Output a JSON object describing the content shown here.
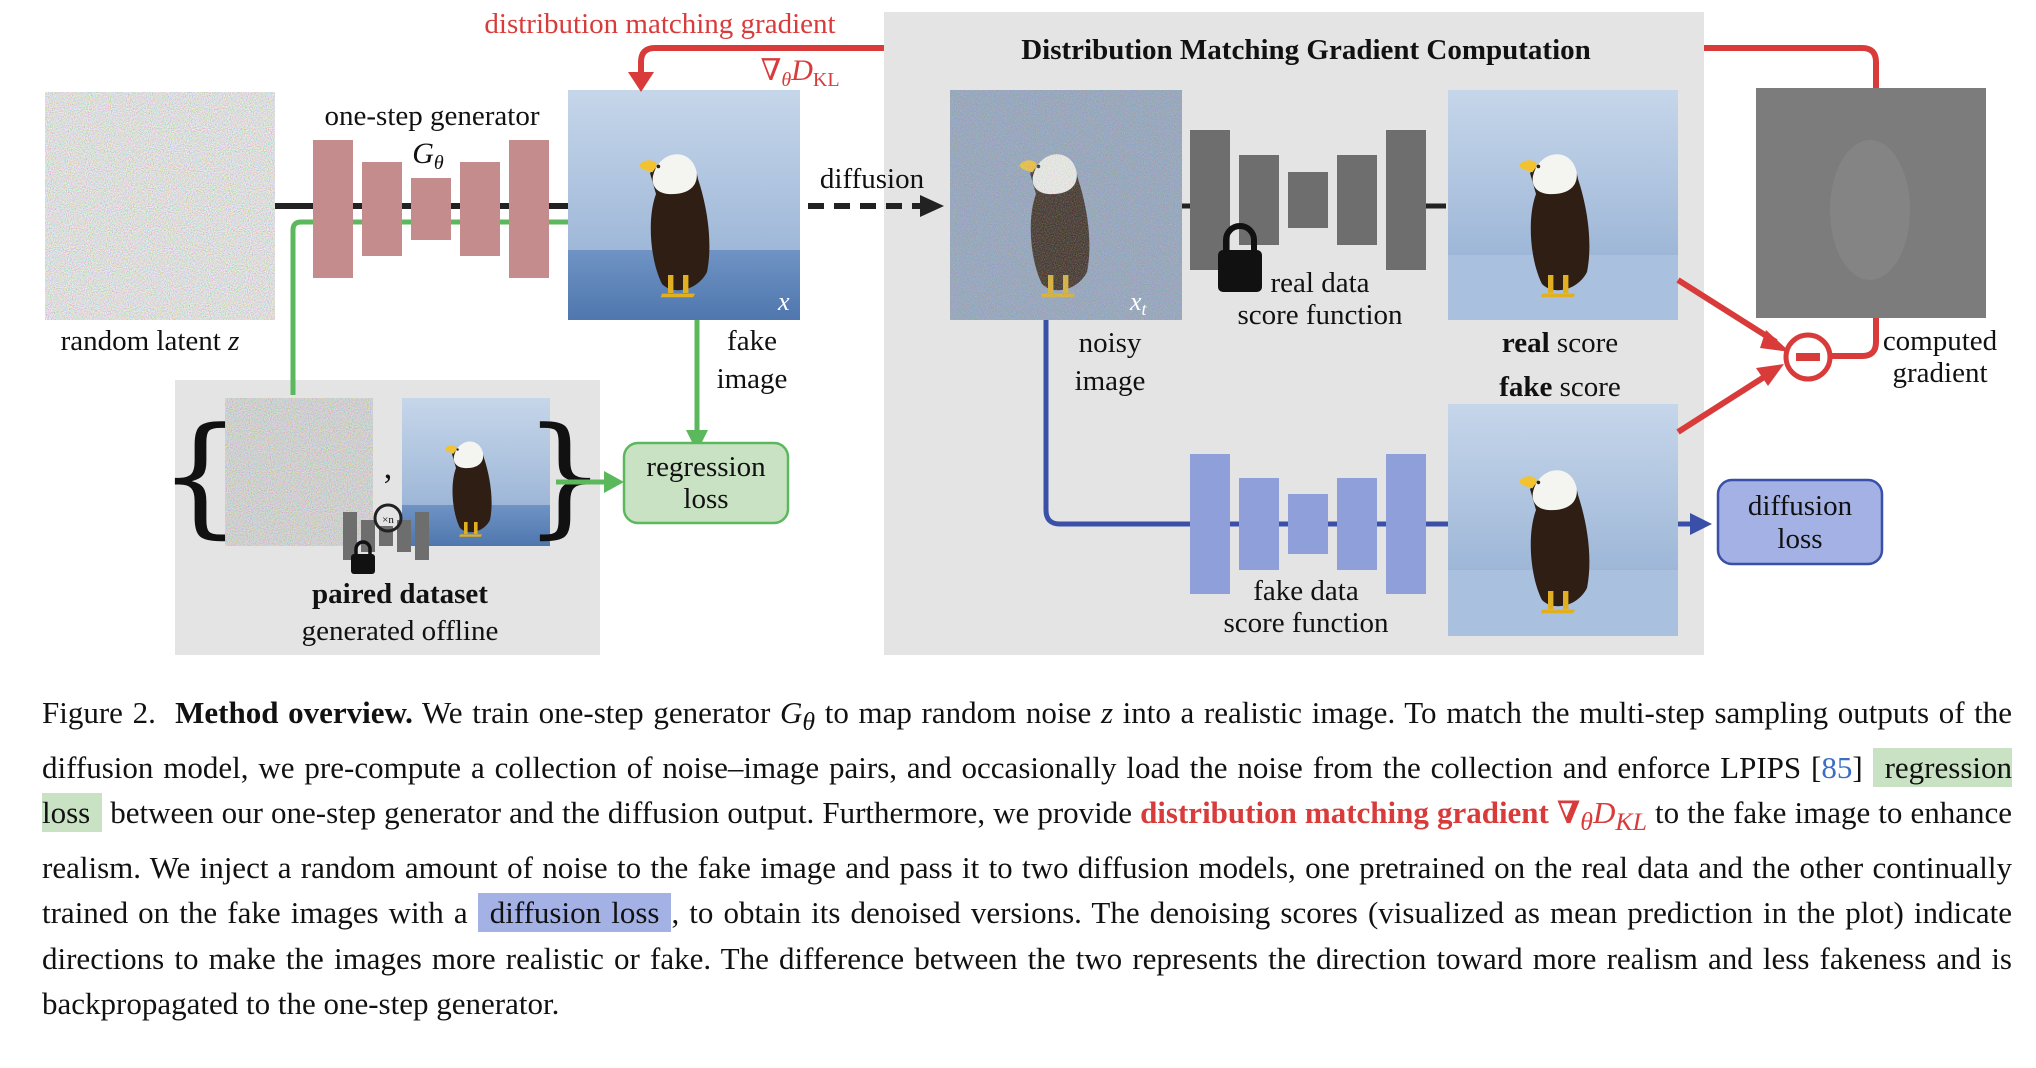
{
  "diagram": {
    "top_label": "distribution matching gradient",
    "grad_symbol": "∇",
    "grad_sub_theta": "θ",
    "grad_D": "D",
    "grad_sub_kl": "KL",
    "box_title": "Distribution Matching Gradient Computation",
    "random_latent_label": "random latent",
    "random_latent_var": "z",
    "generator_label": "one-step generator",
    "generator_symbol": "G",
    "generator_sub": "θ",
    "fake_image_x": "x",
    "fake_image_label_1": "fake",
    "fake_image_label_2": "image",
    "diffusion_label": "diffusion",
    "noisy_xt": "x",
    "noisy_xt_sub": "t",
    "noisy_label_1": "noisy",
    "noisy_label_2": "image",
    "real_fn_label_1": "real data",
    "real_fn_label_2": "score function",
    "real_score_bold": "real",
    "real_score_rest": " score",
    "fake_score_bold": "fake",
    "fake_score_rest": " score",
    "computed_gradient_1": "computed",
    "computed_gradient_2": "gradient",
    "fake_fn_label_1": "fake data",
    "fake_fn_label_2": "score function",
    "diffusion_loss_1": "diffusion",
    "diffusion_loss_2": "loss",
    "regression_loss_1": "regression",
    "regression_loss_2": "loss",
    "paired_dataset_1": "paired dataset",
    "paired_dataset_2": "generated offline",
    "times_n": "×n",
    "comma": ","
  },
  "caption": {
    "fig": "Figure 2.",
    "title": "Method overview.",
    "t1": " We train one-step generator ",
    "g": "G",
    "g_sub": "θ",
    "t2": " to map random noise ",
    "z": "z",
    "t3": " into a realistic image. To match the multi-step sampling outputs of the diffusion model, we pre-compute a collection of noise–image pairs, and occasionally load the noise from the collection and enforce LPIPS [",
    "cite": "85",
    "t4": "] ",
    "regression_loss": "regression loss",
    "t5": " between our one-step generator and the diffusion output. Furthermore, we provide ",
    "dmg": "distribution matching gradient",
    "nabla": " ∇",
    "nabla_sub": "θ",
    "dkl": "D",
    "dkl_sub": "KL",
    "t6": " to the fake image to enhance realism. We inject a random amount of noise to the fake image and pass it to two diffusion models, one pretrained on the real data and the other continually trained on the fake images with a ",
    "diffusion_loss": "diffusion loss",
    "t7": ", to obtain its denoised versions. The denoising scores (visualized as mean prediction in the plot) indicate directions to make the images more realistic or fake. The difference between the two represents the direction toward more realism and less fakeness and is backpropagated to the one-step generator."
  },
  "colors": {
    "red": "#d93b3b",
    "green": "#5cb85c",
    "blue": "#3a4fa8",
    "generator": "#c48c8c",
    "real_unet": "#6e6e6e",
    "fake_unet": "#8e9fd9",
    "regression_box": "#c9e2c4",
    "diffusion_box": "#a3b1e4",
    "panel": "#e4e4e4"
  }
}
